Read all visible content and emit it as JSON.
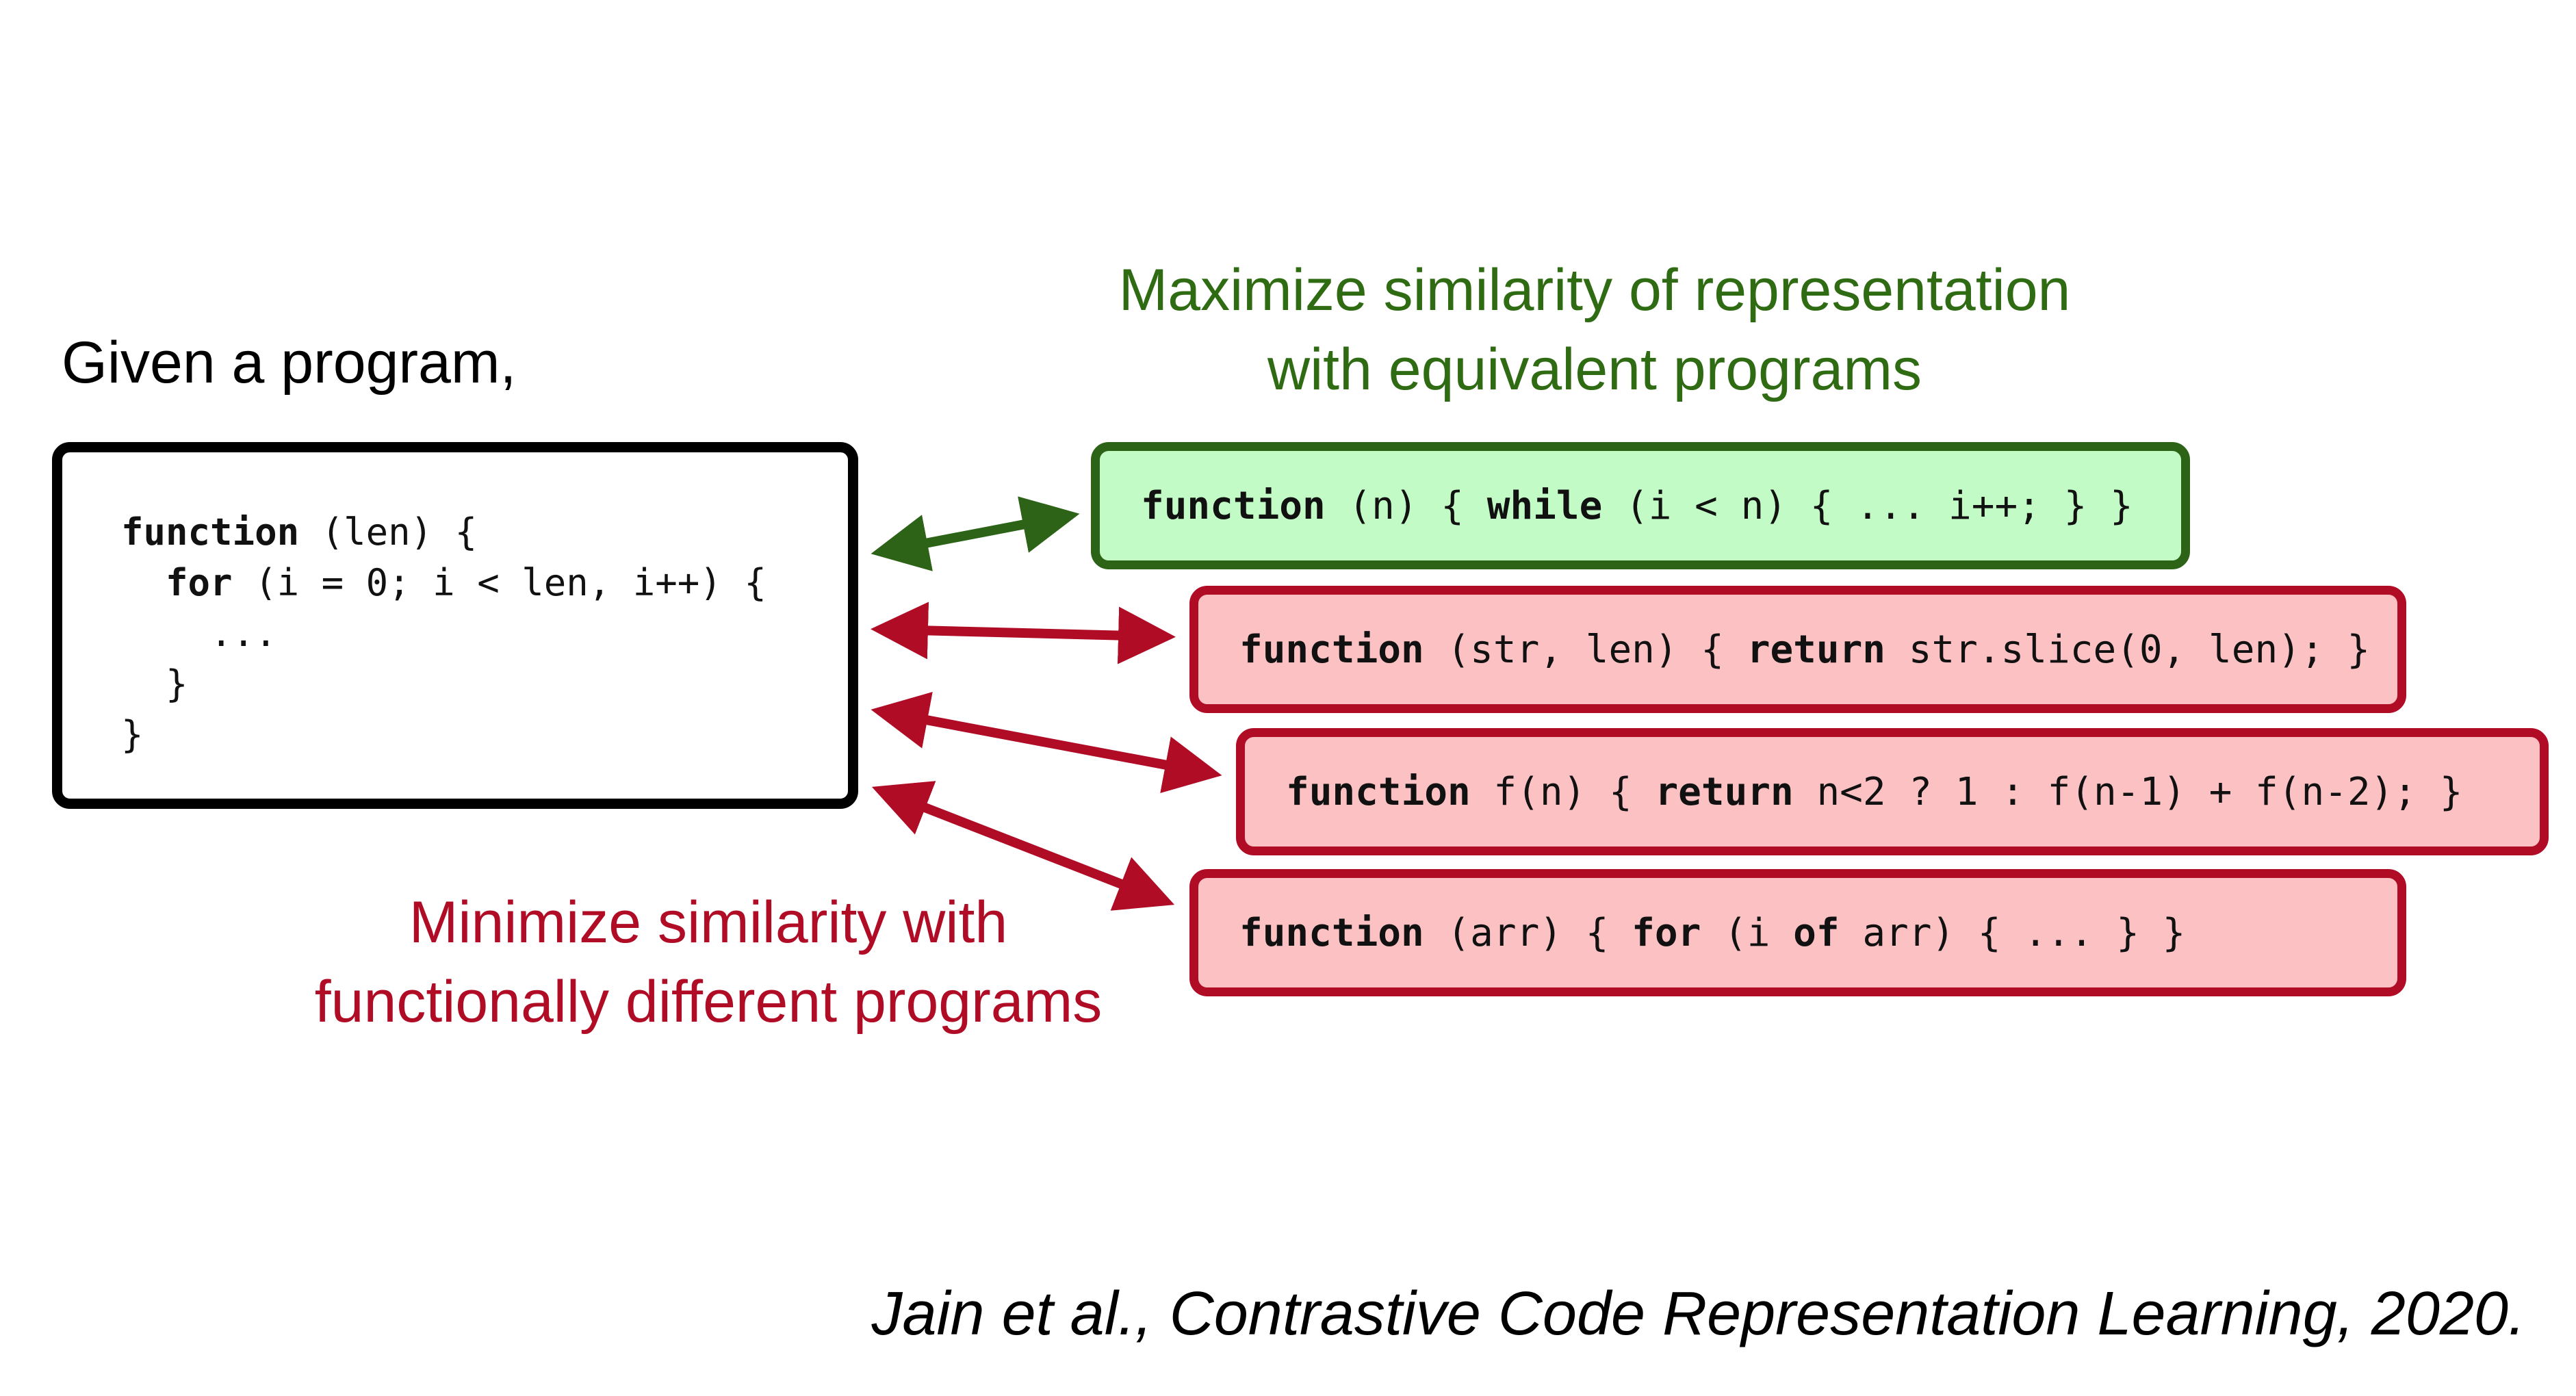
{
  "given_label": "Given a program,",
  "maximize_caption": {
    "line1": "Maximize similarity of representation",
    "line2": "with equivalent programs"
  },
  "minimize_caption": {
    "line1": "Minimize similarity with",
    "line2": "functionally different programs"
  },
  "source_program": {
    "lines": [
      [
        {
          "t": "function",
          "b": true
        },
        {
          "t": " (len) {"
        }
      ],
      [
        {
          "t": "  "
        },
        {
          "t": "for",
          "b": true
        },
        {
          "t": " (i = 0; i < len, i++) {"
        }
      ],
      [
        {
          "t": "    ..."
        }
      ],
      [
        {
          "t": "  }"
        }
      ],
      [
        {
          "t": "}"
        }
      ]
    ]
  },
  "equivalent_program": [
    {
      "t": "function",
      "b": true
    },
    {
      "t": " (n) { "
    },
    {
      "t": "while",
      "b": true
    },
    {
      "t": " (i < n) { ... i++; } }"
    }
  ],
  "different_programs": [
    [
      {
        "t": "function",
        "b": true
      },
      {
        "t": " (str, len) { "
      },
      {
        "t": "return",
        "b": true
      },
      {
        "t": " str.slice(0, len); }"
      }
    ],
    [
      {
        "t": "function",
        "b": true
      },
      {
        "t": " f(n) { "
      },
      {
        "t": "return",
        "b": true
      },
      {
        "t": " n<2 ? 1 : f(n-1) + f(n-2); }"
      }
    ],
    [
      {
        "t": "function",
        "b": true
      },
      {
        "t": " (arr) { "
      },
      {
        "t": "for",
        "b": true
      },
      {
        "t": " (i "
      },
      {
        "t": "of",
        "b": true
      },
      {
        "t": " arr) { ... } }"
      }
    ]
  ],
  "citation": "Jain et al., Contrastive Code Representation Learning, 2020.",
  "colors": {
    "positive_stroke": "#2c6316",
    "positive_fill": "#c3fbc6",
    "positive_text": "#2f6b12",
    "negative_stroke": "#b00c26",
    "negative_fill": "#fbc1c3",
    "negative_text": "#b00c26"
  }
}
